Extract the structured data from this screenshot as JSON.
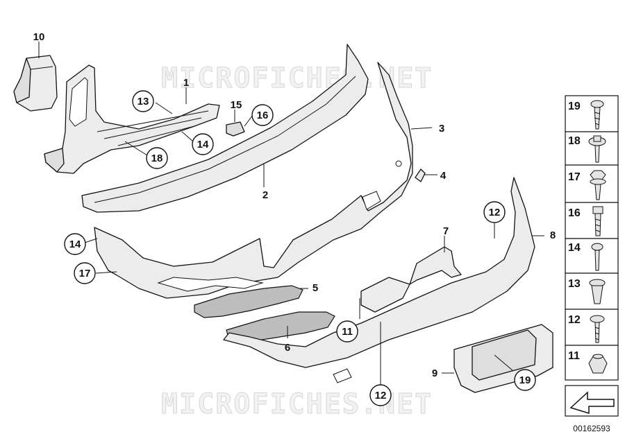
{
  "watermark_text": "MICROFICHES.NET",
  "document_number": "00162593",
  "callouts": [
    {
      "id": "c10",
      "label": "10",
      "circled": false
    },
    {
      "id": "c1",
      "label": "1",
      "circled": false
    },
    {
      "id": "c13",
      "label": "13",
      "circled": true
    },
    {
      "id": "c15",
      "label": "15",
      "circled": false
    },
    {
      "id": "c16",
      "label": "16",
      "circled": true
    },
    {
      "id": "c14a",
      "label": "14",
      "circled": true
    },
    {
      "id": "c18",
      "label": "18",
      "circled": true
    },
    {
      "id": "c3",
      "label": "3",
      "circled": false
    },
    {
      "id": "c2",
      "label": "2",
      "circled": false
    },
    {
      "id": "c4",
      "label": "4",
      "circled": false
    },
    {
      "id": "c12a",
      "label": "12",
      "circled": true
    },
    {
      "id": "c8",
      "label": "8",
      "circled": false
    },
    {
      "id": "c14b",
      "label": "14",
      "circled": true
    },
    {
      "id": "c7",
      "label": "7",
      "circled": false
    },
    {
      "id": "c17",
      "label": "17",
      "circled": true
    },
    {
      "id": "c5",
      "label": "5",
      "circled": false
    },
    {
      "id": "c11",
      "label": "11",
      "circled": true
    },
    {
      "id": "c6",
      "label": "6",
      "circled": false
    },
    {
      "id": "c9",
      "label": "9",
      "circled": false
    },
    {
      "id": "c19",
      "label": "19",
      "circled": true
    },
    {
      "id": "c12b",
      "label": "12",
      "circled": true
    }
  ],
  "fastener_panel": [
    {
      "label": "19",
      "icon": "self-tapping-screw"
    },
    {
      "label": "18",
      "icon": "collar-screw"
    },
    {
      "label": "17",
      "icon": "hex-collar-screw"
    },
    {
      "label": "16",
      "icon": "hex-bolt"
    },
    {
      "label": "14",
      "icon": "pan-head-screw"
    },
    {
      "label": "13",
      "icon": "expanding-clip"
    },
    {
      "label": "12",
      "icon": "washer-screw"
    },
    {
      "label": "11",
      "icon": "hex-nut"
    }
  ],
  "direction_arrow_icon": "arrow-icon"
}
